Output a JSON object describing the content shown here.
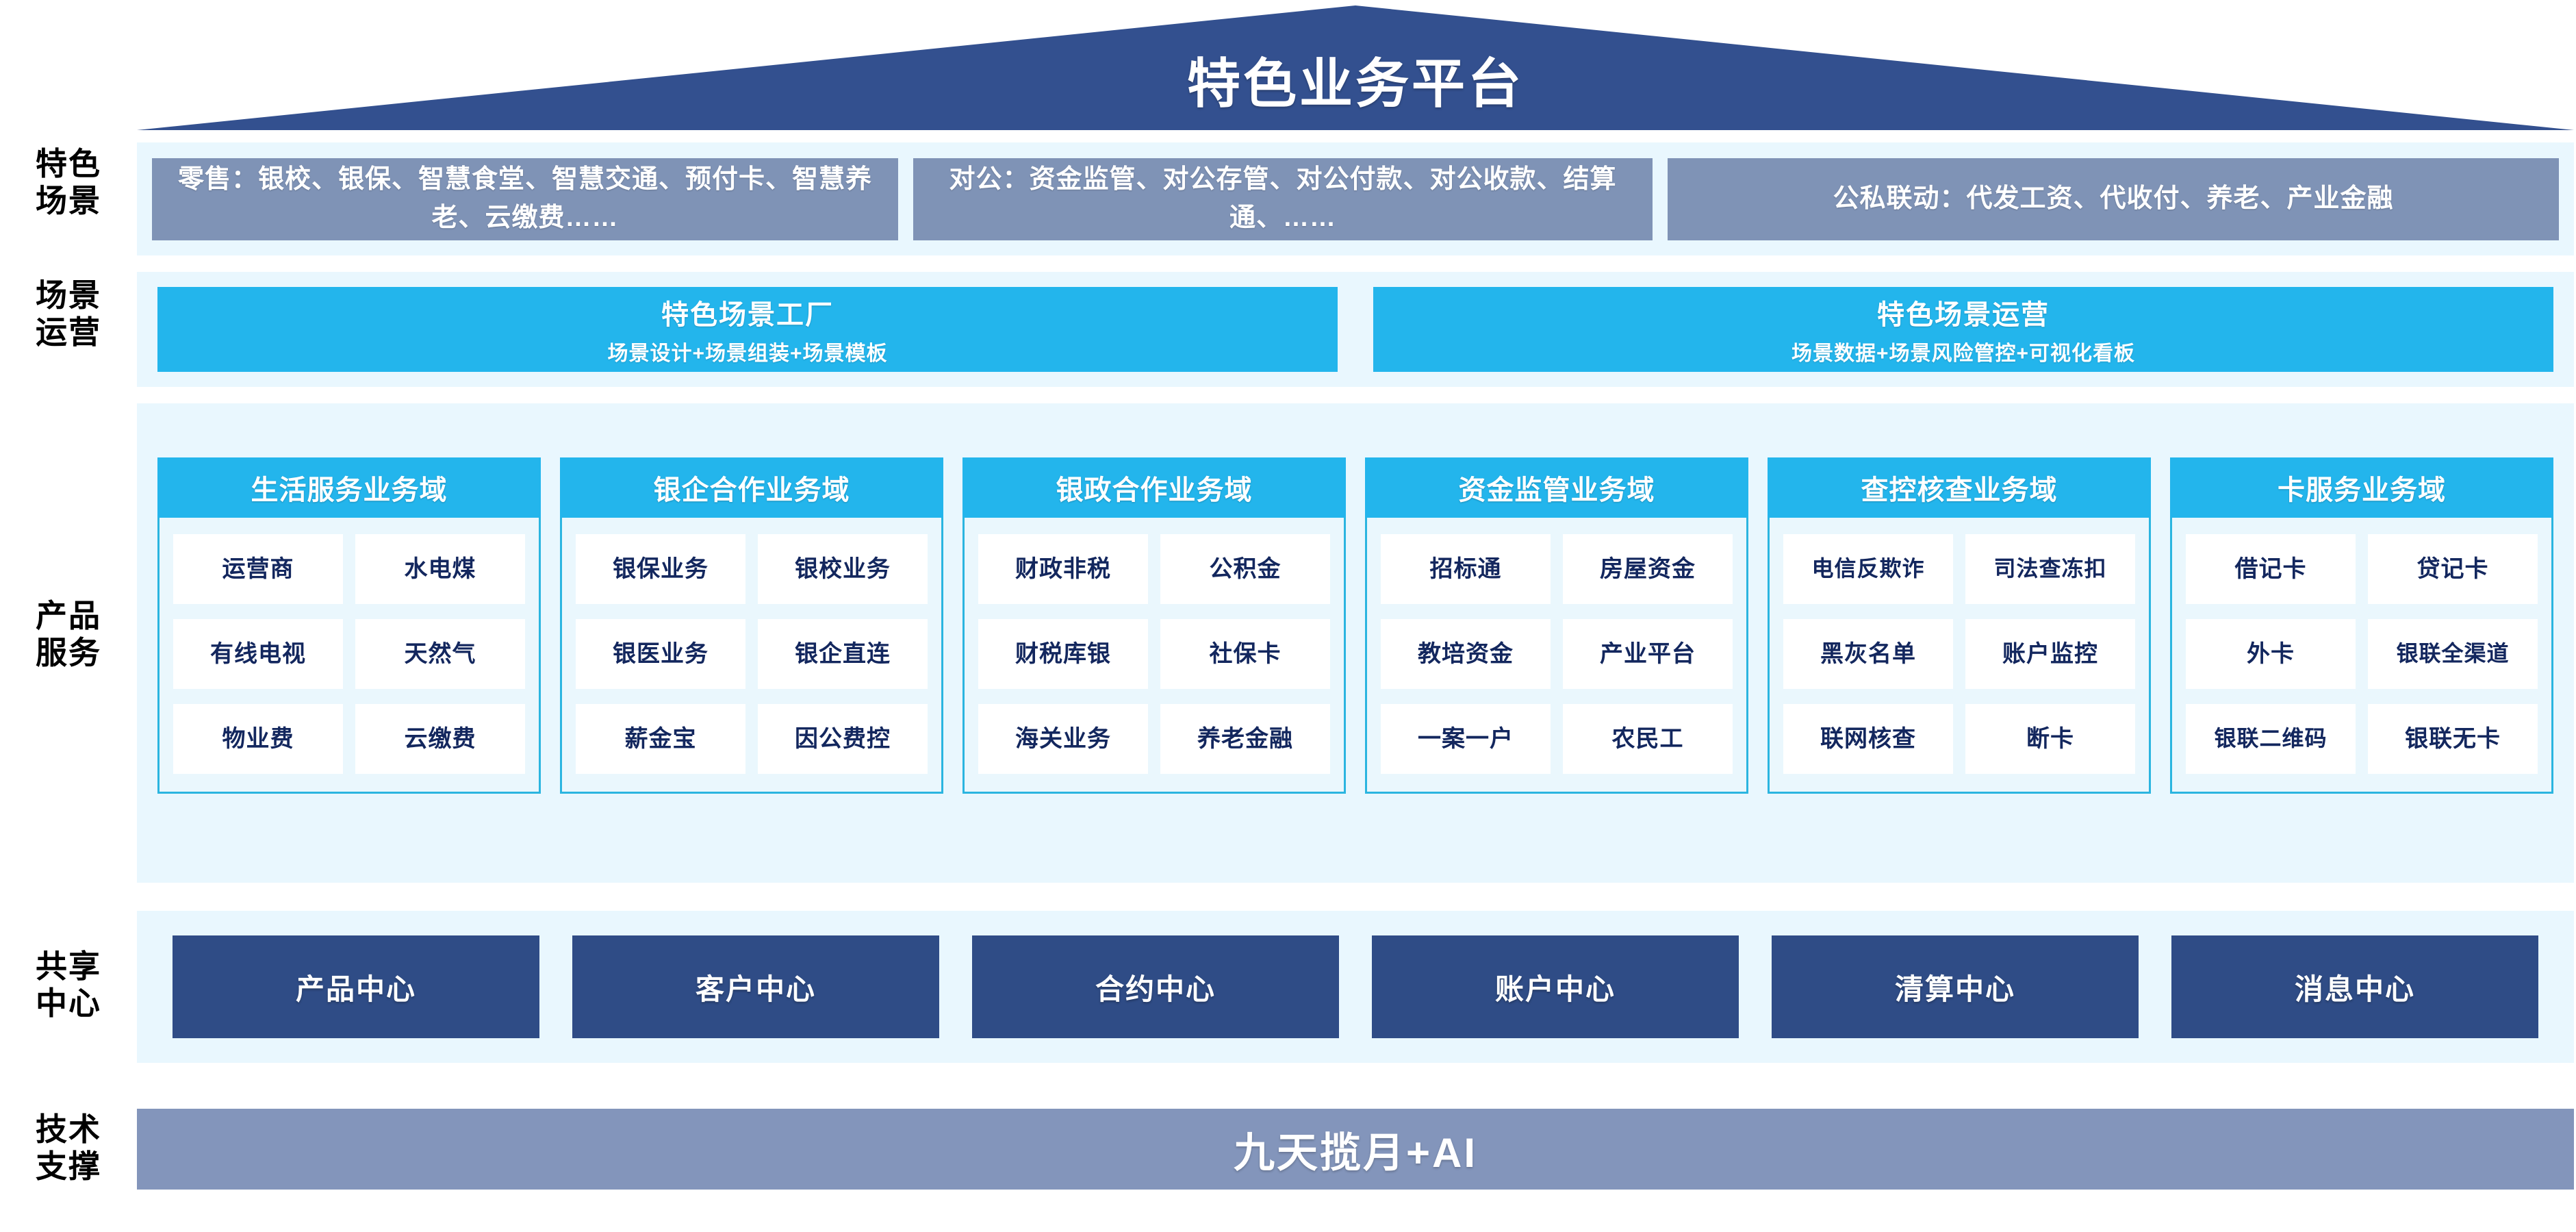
{
  "header": {
    "title": "特色业务平台",
    "banner_color": "#33508f"
  },
  "palette": {
    "band_bg": "#e9f7fe",
    "slate_box": "#7f93b6",
    "cyan": "#23b5ec",
    "deep_blue": "#2f4c86",
    "tech_bar": "#8395bb",
    "cell_text": "#13275e"
  },
  "rows": {
    "scenario": {
      "label": "特色\n场景",
      "label_line1": "特色",
      "label_line2": "场景",
      "boxes": [
        {
          "name": "retail",
          "text": "零售：银校、银保、智慧食堂、智慧交通、预付卡、智慧养老、云缴费……"
        },
        {
          "name": "corporate",
          "text": "对公：资金监管、对公存管、对公付款、对公收款、结算通、……"
        },
        {
          "name": "public-private-linkage",
          "text": "公私联动：代发工资、代收付、养老、产业金融"
        }
      ]
    },
    "operations": {
      "label_line1": "场景",
      "label_line2": "运营",
      "boxes": [
        {
          "title": "特色场景工厂",
          "subtitle": "场景设计+场景组装+场景模板"
        },
        {
          "title": "特色场景运营",
          "subtitle": "场景数据+场景风险管控+可视化看板"
        }
      ]
    },
    "products": {
      "label_line1": "产品",
      "label_line2": "服务",
      "domains": [
        {
          "title": "生活服务业务域",
          "items": [
            "运营商",
            "水电煤",
            "有线电视",
            "天然气",
            "物业费",
            "云缴费"
          ]
        },
        {
          "title": "银企合作业务域",
          "items": [
            "银保业务",
            "银校业务",
            "银医业务",
            "银企直连",
            "薪金宝",
            "因公费控"
          ]
        },
        {
          "title": "银政合作业务域",
          "items": [
            "财政非税",
            "公积金",
            "财税库银",
            "社保卡",
            "海关业务",
            "养老金融"
          ]
        },
        {
          "title": "资金监管业务域",
          "items": [
            "招标通",
            "房屋资金",
            "教培资金",
            "产业平台",
            "一案一户",
            "农民工"
          ]
        },
        {
          "title": "查控核查业务域",
          "items": [
            "电信\n反欺诈",
            "司法\n查冻扣",
            "黑灰名单",
            "账户监控",
            "联网核查",
            "断卡"
          ]
        },
        {
          "title": "卡服务业务域",
          "items": [
            "借记卡",
            "贷记卡",
            "外卡",
            "银联\n全渠道",
            "银联\n二维码",
            "银联无卡"
          ]
        }
      ]
    },
    "shared": {
      "label_line1": "共享",
      "label_line2": "中心",
      "centers": [
        "产品中心",
        "客户中心",
        "合约中心",
        "账户中心",
        "清算中心",
        "消息中心"
      ]
    },
    "technology": {
      "label_line1": "技术",
      "label_line2": "支撑",
      "bar_text": "九天揽月+AI"
    }
  }
}
